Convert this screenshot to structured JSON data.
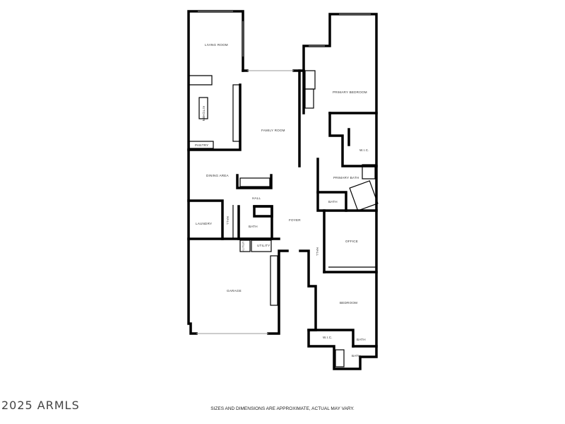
{
  "floorplan": {
    "rooms": {
      "living_room": "LIVING ROOM",
      "kitchen": "KITCHEN",
      "pantry": "PANTRY",
      "family_room": "FAMILY ROOM",
      "dining_area": "DINING AREA",
      "primary_bedroom": "PRIMARY BEDROOM",
      "primary_wic": "W.I.C.",
      "primary_bath": "PRIMARY BATH",
      "primary_toilet_bath": "BATH",
      "hall_top": "HALL",
      "laundry": "LAUNDRY",
      "hall_laundry": "HALL",
      "hall_bath": "BATH",
      "foyer": "FOYER",
      "utility": "UTILITY",
      "utility_small": "UTILITY",
      "office": "OFFICE",
      "hall_office": "HALL",
      "garage": "GARAGE",
      "bedroom": "BEDROOM",
      "bedroom_wic": "W.I.C.",
      "bedroom_bath": "BATH",
      "bedroom_bath_lower": "BATH"
    }
  },
  "watermark": "2025 ARMLS",
  "disclaimer": "SIZES AND DIMENSIONS ARE APPROXIMATE, ACTUAL MAY VARY."
}
